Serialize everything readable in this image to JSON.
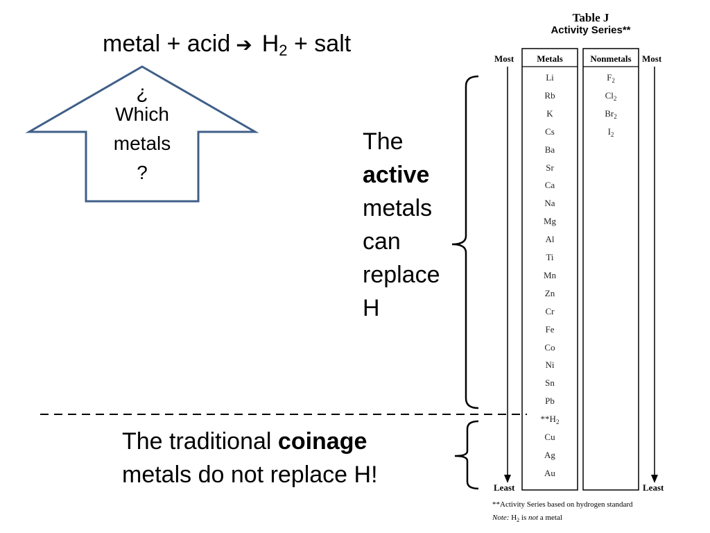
{
  "equation": {
    "metal_acid": "metal + acid",
    "arrow": "➔",
    "h": "H",
    "sub": "2",
    "rest": " + salt"
  },
  "arrow_callout": {
    "line1": "¿",
    "line2": "Which",
    "line3": "metals",
    "line4": "?"
  },
  "active_text": {
    "line1": "The",
    "line2": "active",
    "line3": "metals",
    "line4": "can",
    "line5": "replace",
    "line6": "H"
  },
  "coinage_text": {
    "part1": "The traditional ",
    "bold": "coinage",
    "line2": "metals do not replace H!"
  },
  "table": {
    "title": "Table J",
    "subtitle": "Activity Series**",
    "most_left": "Most",
    "most_right": "Most",
    "least_left": "Least",
    "least_right": "Least",
    "metals_header": "Metals",
    "nonmetals_header": "Nonmetals",
    "metals": [
      "Li",
      "Rb",
      "K",
      "Cs",
      "Ba",
      "Sr",
      "Ca",
      "Na",
      "Mg",
      "Al",
      "Ti",
      "Mn",
      "Zn",
      "Cr",
      "Fe",
      "Co",
      "Ni",
      "Sn",
      "Pb",
      "**H",
      "Cu",
      "Ag",
      "Au"
    ],
    "nonmetals": [
      {
        "sym": "F",
        "sub": "2"
      },
      {
        "sym": "Cl",
        "sub": "2"
      },
      {
        "sym": "Br",
        "sub": "2"
      },
      {
        "sym": "I",
        "sub": "2"
      }
    ],
    "h2_sub": "2",
    "footnote1": "**Activity Series based on hydrogen standard",
    "footnote2_note": "Note:",
    "footnote2_a": " H",
    "footnote2_sub": "2",
    "footnote2_b": " is ",
    "footnote2_not": "not",
    "footnote2_c": " a metal"
  },
  "colors": {
    "arrow_stroke": "#3f5f88",
    "line": "#000000"
  }
}
